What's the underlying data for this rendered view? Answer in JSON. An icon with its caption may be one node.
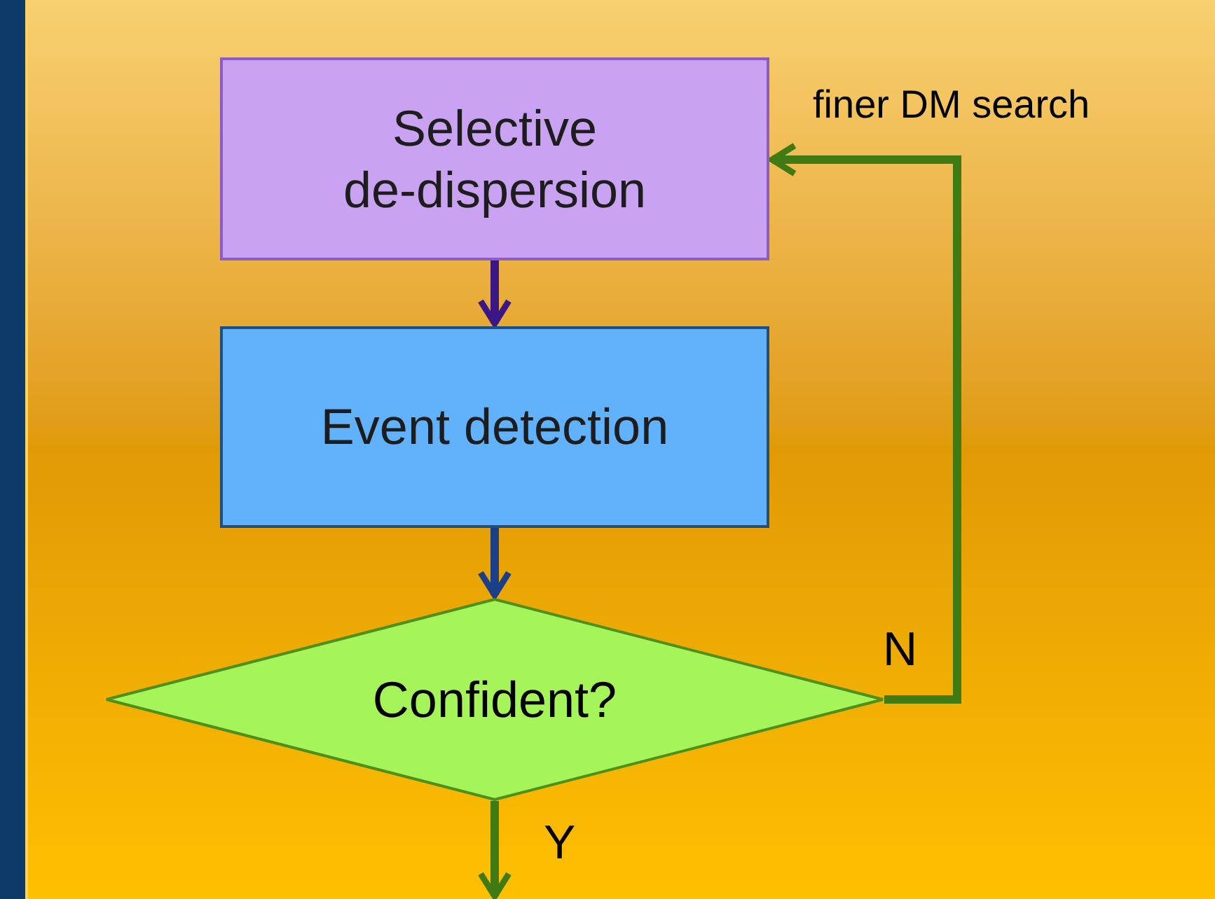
{
  "diagram": {
    "nodes": [
      {
        "text": [
          "Selective de-dispersion"
        ]
      },
      {
        "text": [
          "Event detection"
        ]
      },
      {
        "text": [
          "Confident?"
        ]
      }
    ],
    "edges": [
      {
        "from": 0,
        "to": 1,
        "arrow": "to",
        "color": "#3b1786"
      },
      {
        "from": 1,
        "to": 2,
        "arrow": "to",
        "color": "#1b3f86"
      },
      {
        "from": 2,
        "to": 0,
        "arrow": "to",
        "label": "N",
        "color": "#3f7a12"
      },
      {
        "from": 2,
        "to": null,
        "arrow": "to",
        "label": "Y",
        "color": "#3f7a12"
      }
    ],
    "labels": [
      "finer DM search"
    ]
  }
}
